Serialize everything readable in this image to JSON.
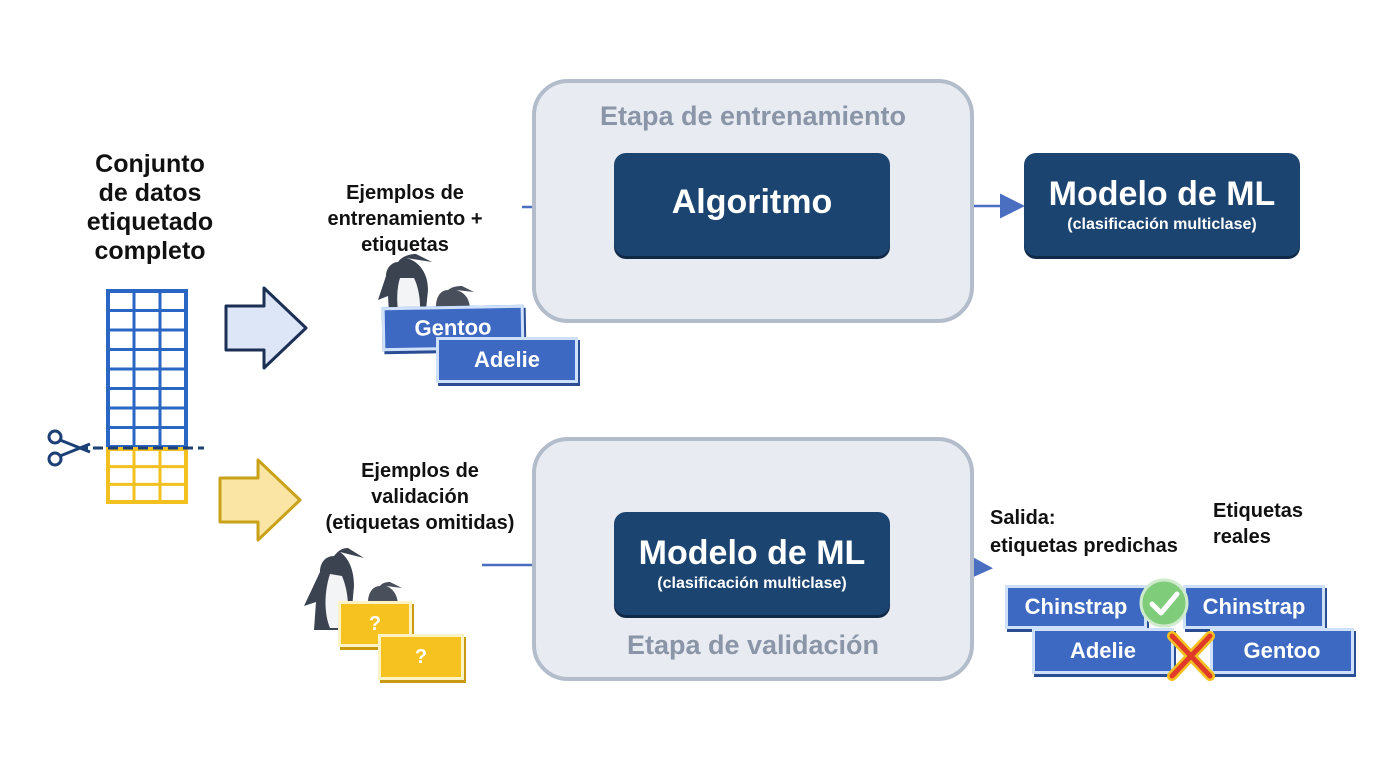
{
  "dataset": {
    "label_lines": [
      "Conjunto",
      "de datos",
      "etiquetado",
      "completo"
    ]
  },
  "training": {
    "input_lines": [
      "Ejemplos de",
      "entrenamiento +",
      "etiquetas"
    ],
    "stage_title": "Etapa de entrenamiento",
    "algorithm": "Algoritmo",
    "sample_labels": [
      "Gentoo",
      "Adelie"
    ],
    "model": {
      "title": "Modelo de ML",
      "subtitle": "(clasificación multiclase)"
    }
  },
  "validation": {
    "input_lines": [
      "Ejemplos de",
      "validación",
      "(etiquetas omitidas)"
    ],
    "stage_title": "Etapa de validación",
    "model": {
      "title": "Modelo de ML",
      "subtitle": "(clasificación multiclase)"
    },
    "unknown_label": "?",
    "output_lines": [
      "Salida:",
      "etiquetas predichas"
    ],
    "real_lines": [
      "Etiquetas",
      "reales"
    ],
    "comparisons": [
      {
        "predicted": "Chinstrap",
        "real": "Chinstrap",
        "match": true
      },
      {
        "predicted": "Adelie",
        "real": "Gentoo",
        "match": false
      }
    ]
  },
  "colors": {
    "dark_block": "#1c4471",
    "stage_fill": "#e8ebf1",
    "stage_border": "#b3bccb",
    "table_blue": "#2a66c4",
    "table_yellow": "#f3c11f",
    "label_blue": "#3d69c2",
    "arrow_line": "#4a6fc0",
    "check_green": "#7fcc7a",
    "cross_red": "#e03a2a"
  },
  "icons": [
    "scissors-icon",
    "penguin-icon",
    "check-icon",
    "cross-icon"
  ]
}
